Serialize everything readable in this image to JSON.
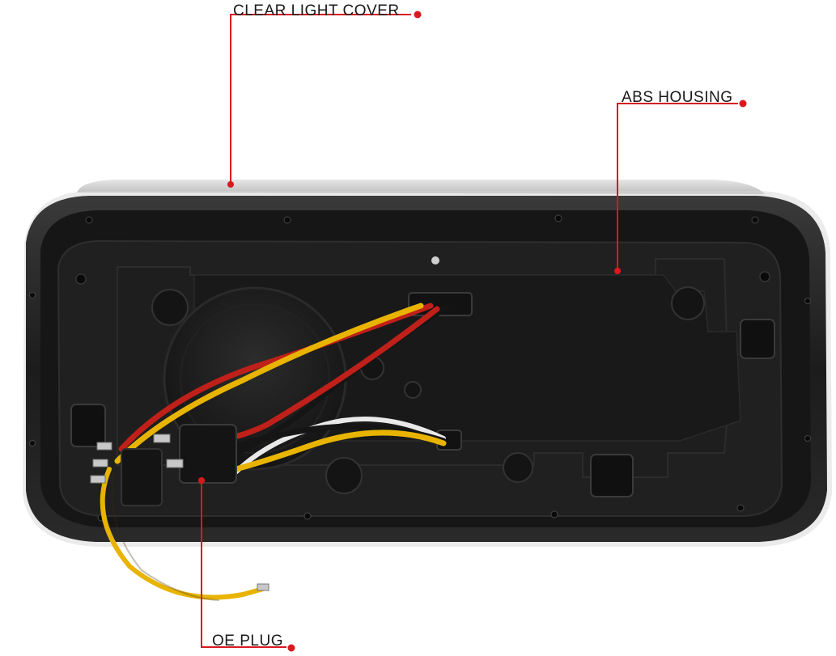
{
  "callouts": {
    "clear_light_cover": "CLEAR LIGHT COVER",
    "abs_housing": "ABS HOUSING",
    "oe_plug": "OE PLUG"
  },
  "colors": {
    "callout_line": "#d71920",
    "callout_dot": "#d71920",
    "housing": "#1b1b1b",
    "wire_yellow": "#e8b400",
    "wire_red": "#c0201a",
    "wire_black": "#151515"
  }
}
